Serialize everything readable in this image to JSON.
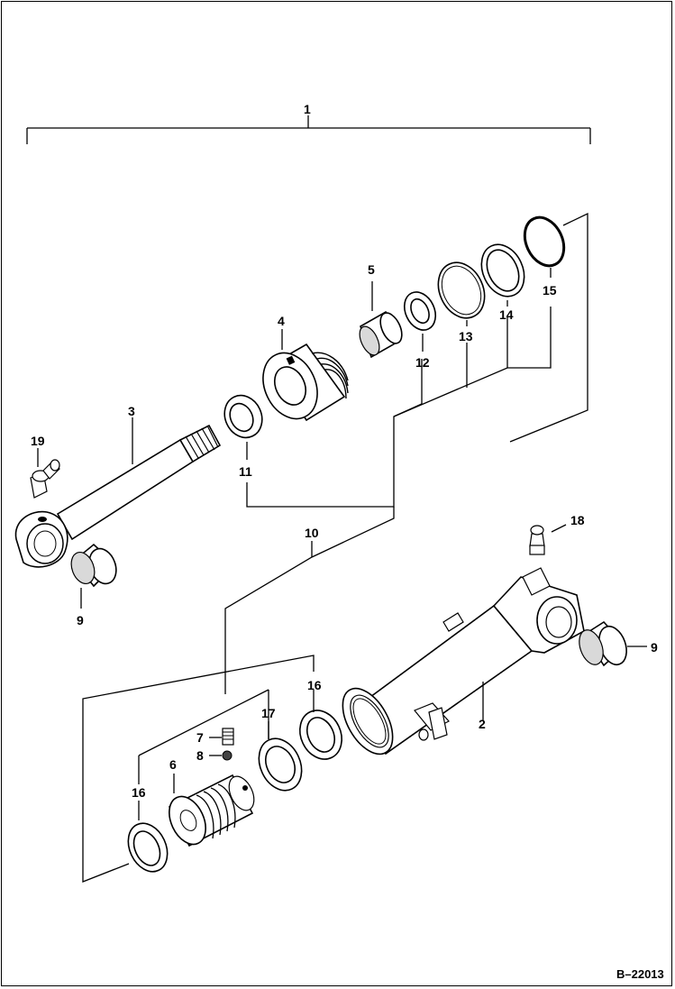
{
  "callouts": {
    "c1": "1",
    "c2": "2",
    "c3": "3",
    "c4": "4",
    "c5": "5",
    "c6": "6",
    "c7": "7",
    "c8": "8",
    "c9a": "9",
    "c9b": "9",
    "c10": "10",
    "c11": "11",
    "c12": "12",
    "c13": "13",
    "c14": "14",
    "c15": "15",
    "c16a": "16",
    "c16b": "16",
    "c17": "17",
    "c18": "18",
    "c19": "19"
  },
  "figure_code": "B–22013"
}
